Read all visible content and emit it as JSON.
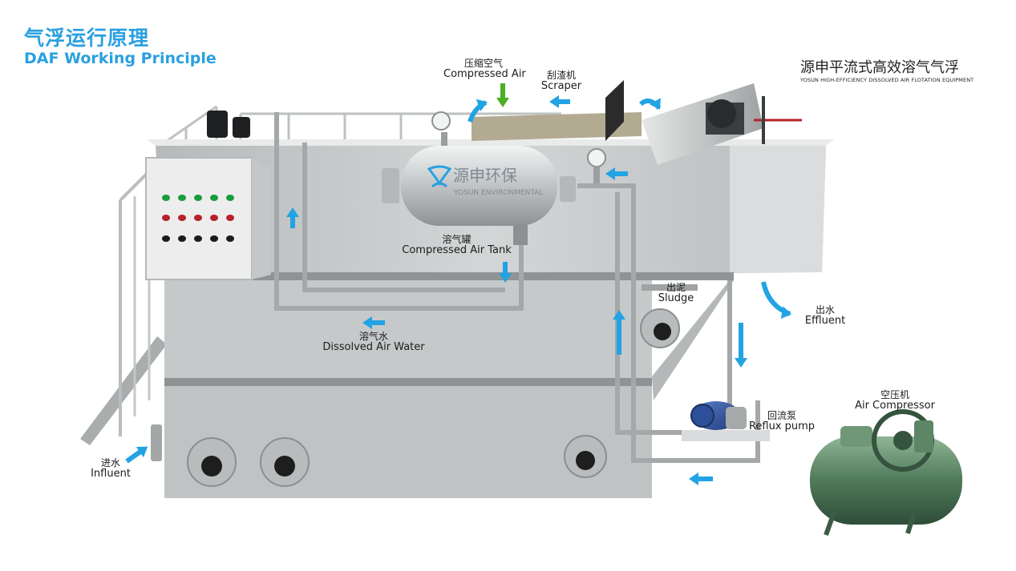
{
  "header": {
    "title_cn": "气浮运行原理",
    "title_en": "DAF Working Principle"
  },
  "brand": {
    "name_cn": "源申平流式高效溶气气浮",
    "name_en": "YOSUN HIGH-EFFICIENCY DISSOLVED AIR FLOTATION EQUIPMENT"
  },
  "tank_logo": {
    "name_cn": "源申环保",
    "name_en": "YOSUN ENVIRONMENTAL"
  },
  "labels": {
    "compressed_air": {
      "cn": "压缩空气",
      "en": "Compressed Air"
    },
    "scraper": {
      "cn": "刮渣机",
      "en": "Scraper"
    },
    "compressed_air_tank": {
      "cn": "溶气罐",
      "en": "Compressed Air Tank"
    },
    "sludge": {
      "cn": "出泥",
      "en": "Sludge"
    },
    "effluent": {
      "cn": "出水",
      "en": "Effluent"
    },
    "dissolved_air_water": {
      "cn": "溶气水",
      "en": "Dissolved Air Water"
    },
    "reflux_pump": {
      "cn": "回流泵",
      "en": "Reflux pump"
    },
    "air_compressor": {
      "cn": "空压机",
      "en": "Air Compressor"
    },
    "influent": {
      "cn": "进水",
      "en": "Influent"
    }
  },
  "colors": {
    "title": "#2aa0e0",
    "flow_arrow": "#22a3e3",
    "air_arrow": "#4caf26",
    "steel": "#c9cccd",
    "compressor": "#4f7a5a",
    "pump": "#2d4f9a",
    "indicator_green": "#1c9c3a",
    "indicator_red": "#b5232a"
  },
  "control_panel": {
    "indicator_rows": [
      {
        "color": "green",
        "count": 5
      },
      {
        "color": "red",
        "count": 5
      },
      {
        "color": "black",
        "count": 5
      }
    ]
  }
}
